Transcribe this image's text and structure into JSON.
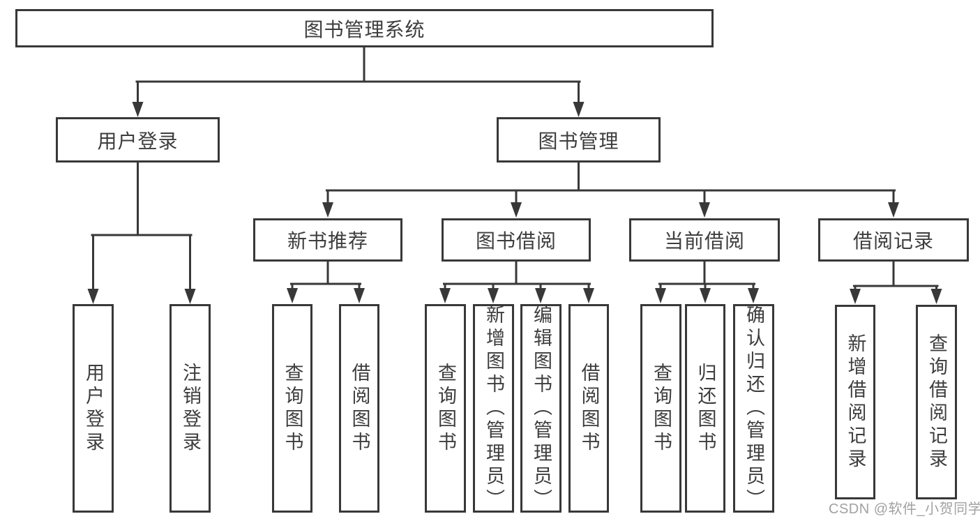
{
  "diagram": {
    "title": "图书管理系统",
    "root": {
      "label": "图书管理系统"
    },
    "level2": [
      {
        "label": "用户登录"
      },
      {
        "label": "图书管理"
      }
    ],
    "level3": [
      {
        "label": "新书推荐"
      },
      {
        "label": "图书借阅"
      },
      {
        "label": "当前借阅"
      },
      {
        "label": "借阅记录"
      }
    ],
    "leaves": {
      "user_login": [
        "用户登录",
        "注销登录"
      ],
      "new_book_rec": [
        "查询图书",
        "借阅图书"
      ],
      "book_borrow": [
        "查询图书",
        "新增图书（管理员）",
        "编辑图书（管理员）",
        "借阅图书"
      ],
      "current_borrow": [
        "查询图书",
        "归还图书",
        "确认归还（管理员）"
      ],
      "borrow_record": [
        "新增借阅记录",
        "查询借阅记录"
      ]
    }
  },
  "watermark": {
    "text": "CSDN @软件_小贺同学"
  },
  "colors": {
    "line": "#383838",
    "box_border": "#383838",
    "text": "#3d3d3d",
    "watermark": "#a1a1a1",
    "background": "#ffffff"
  }
}
